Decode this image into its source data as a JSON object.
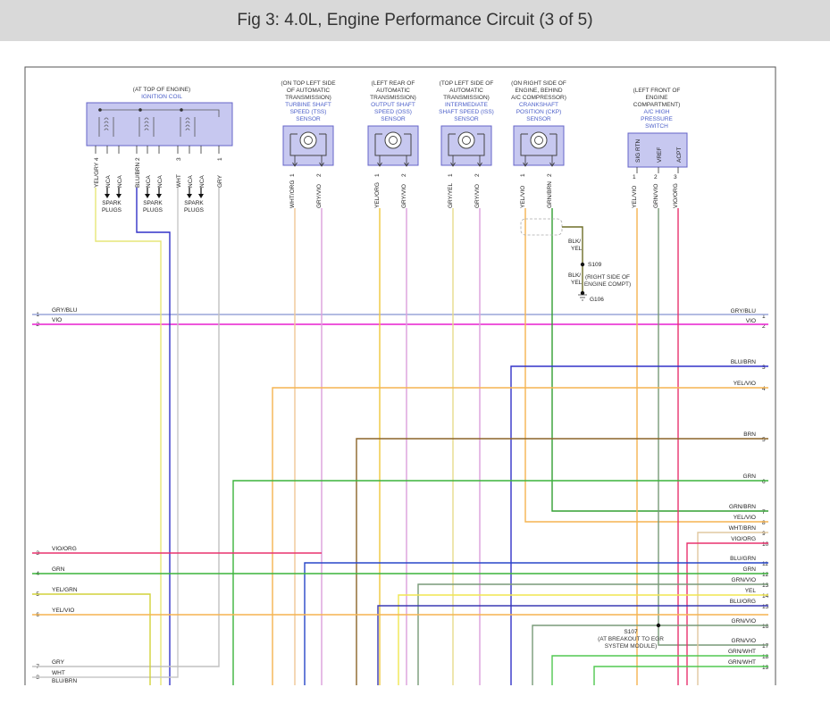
{
  "title": "Fig 3: 4.0L, Engine Performance Circuit (3 of 5)",
  "components": {
    "coil": {
      "note": "(AT TOP OF ENGINE)",
      "name": "IGNITION COIL",
      "pins": [
        {
          "wire": "YEL/GRY",
          "num": "4"
        },
        {
          "wire": "NCA",
          "num": ""
        },
        {
          "wire": "NCA",
          "num": ""
        },
        {
          "wire": "BLU/BRN",
          "num": "2"
        },
        {
          "wire": "NCA",
          "num": ""
        },
        {
          "wire": "NCA",
          "num": ""
        },
        {
          "wire": "WHT",
          "num": "3"
        },
        {
          "wire": "NCA",
          "num": ""
        },
        {
          "wire": "NCA",
          "num": ""
        },
        {
          "wire": "GRY",
          "num": "1"
        }
      ],
      "spark": [
        "SPARK PLUGS",
        "SPARK PLUGS",
        "SPARK PLUGS"
      ]
    },
    "sensors": [
      {
        "note": "(ON TOP LEFT SIDE OF AUTOMATIC TRANSMISSION)",
        "name": "TURBINE SHAFT SPEED (TSS) SENSOR",
        "pins": [
          "1",
          "2"
        ],
        "wires": [
          "WHT/ORG",
          "GRY/VIO"
        ]
      },
      {
        "note": "(LEFT REAR OF AUTOMATIC TRANSMISSION)",
        "name": "OUTPUT SHAFT SPEED (OSS) SENSOR",
        "pins": [
          "1",
          "2"
        ],
        "wires": [
          "YEL/ORG",
          "GRY/VIO"
        ]
      },
      {
        "note": "(TOP LEFT SIDE OF AUTOMATIC TRANSMISSION)",
        "name": "INTERMEDIATE SHAFT SPEED (ISS) SENSOR",
        "pins": [
          "1",
          "2"
        ],
        "wires": [
          "GRY/YEL",
          "GRY/VIO"
        ]
      },
      {
        "note": "(ON RIGHT SIDE OF ENGINE, BEHIND A/C COMPRESSOR)",
        "name": "CRANKSHAFT POSITION (CKP) SENSOR",
        "pins": [
          "1",
          "2"
        ],
        "wires": [
          "YEL/VIO",
          "GRN/BRN"
        ]
      }
    ],
    "switch": {
      "note": "(LEFT FRONT OF ENGINE COMPARTMENT)",
      "name": "A/C HIGH PRESSURE SWITCH",
      "pinlabels": [
        "SIG RTN",
        "VREF",
        "ACPT"
      ],
      "pins": [
        "1",
        "2",
        "3"
      ],
      "wires": [
        "YEL/VIO",
        "GRN/VIO",
        "VIO/ORG"
      ]
    }
  },
  "ground": {
    "wire1": "BLK/ YEL",
    "splice": "S109",
    "wire2": "BLK/ YEL",
    "note": "(RIGHT SIDE OF ENGINE COMPT)",
    "gnd": "G106"
  },
  "splice107": {
    "id": "S107",
    "note": "(AT BREAKOUT TO EGR SYSTEM MODULE)"
  },
  "left_terminals": [
    {
      "num": "1",
      "label": "GRY/BLU"
    },
    {
      "num": "2",
      "label": "VIO"
    },
    {
      "num": "3",
      "label": "VIO/ORG"
    },
    {
      "num": "4",
      "label": "GRN"
    },
    {
      "num": "5",
      "label": "YEL/GRN"
    },
    {
      "num": "6",
      "label": "YEL/VIO"
    },
    {
      "num": "7",
      "label": "GRY"
    },
    {
      "num": "8",
      "label": "WHT"
    },
    {
      "num": "",
      "label": "BLU/BRN"
    }
  ],
  "right_terminals": [
    {
      "num": "1",
      "label": "GRY/BLU"
    },
    {
      "num": "2",
      "label": "VIO"
    },
    {
      "num": "3",
      "label": "BLU/BRN"
    },
    {
      "num": "4",
      "label": "YEL/VIO"
    },
    {
      "num": "5",
      "label": "BRN"
    },
    {
      "num": "6",
      "label": "GRN"
    },
    {
      "num": "7",
      "label": "GRN/BRN"
    },
    {
      "num": "8",
      "label": "YEL/VIO"
    },
    {
      "num": "9",
      "label": "WHT/BRN"
    },
    {
      "num": "10",
      "label": "VIO/ORG"
    },
    {
      "num": "11",
      "label": "BLU/GRN"
    },
    {
      "num": "12",
      "label": "GRN"
    },
    {
      "num": "13",
      "label": "GRN/VIO"
    },
    {
      "num": "14",
      "label": "YEL"
    },
    {
      "num": "15",
      "label": "BLU/ORG"
    },
    {
      "num": "16",
      "label": "GRN/VIO"
    },
    {
      "num": "17",
      "label": "GRN/VIO"
    },
    {
      "num": "18",
      "label": "GRN/WHT"
    },
    {
      "num": "19",
      "label": "GRN/WHT"
    }
  ],
  "colors": {
    "component_fill": "#c7c8f0",
    "component_stroke": "#6464c8",
    "note_text": "#333333",
    "name_text": "#4a5ec8",
    "GRY/BLU": "#9aa6d8",
    "VIO": "#e81ecf",
    "VIO/ORG": "#e8326e",
    "GRN": "#3cb43c",
    "YEL/GRN": "#d2d23a",
    "YEL/VIO": "#f5b450",
    "GRY": "#c0c0c0",
    "WHT": "#c8c8c8",
    "BLU/BRN": "#3232c8",
    "BRN": "#8c6428",
    "GRN/BRN": "#32a032",
    "WHT/BRN": "#e0c8a0",
    "BLU/GRN": "#2846c8",
    "GRN/VIO": "#789a78",
    "YEL": "#f0e650",
    "BLU/ORG": "#3a3ab4",
    "GRN/WHT": "#50c850",
    "YEL/GRY": "#e6e678",
    "WHT/ORG": "#f0c896",
    "GRY/VIO": "#dca0dc",
    "YEL/ORG": "#f0c83c",
    "GRY/YEL": "#e6dc8c",
    "BLK/YEL": "#6e6e28"
  }
}
